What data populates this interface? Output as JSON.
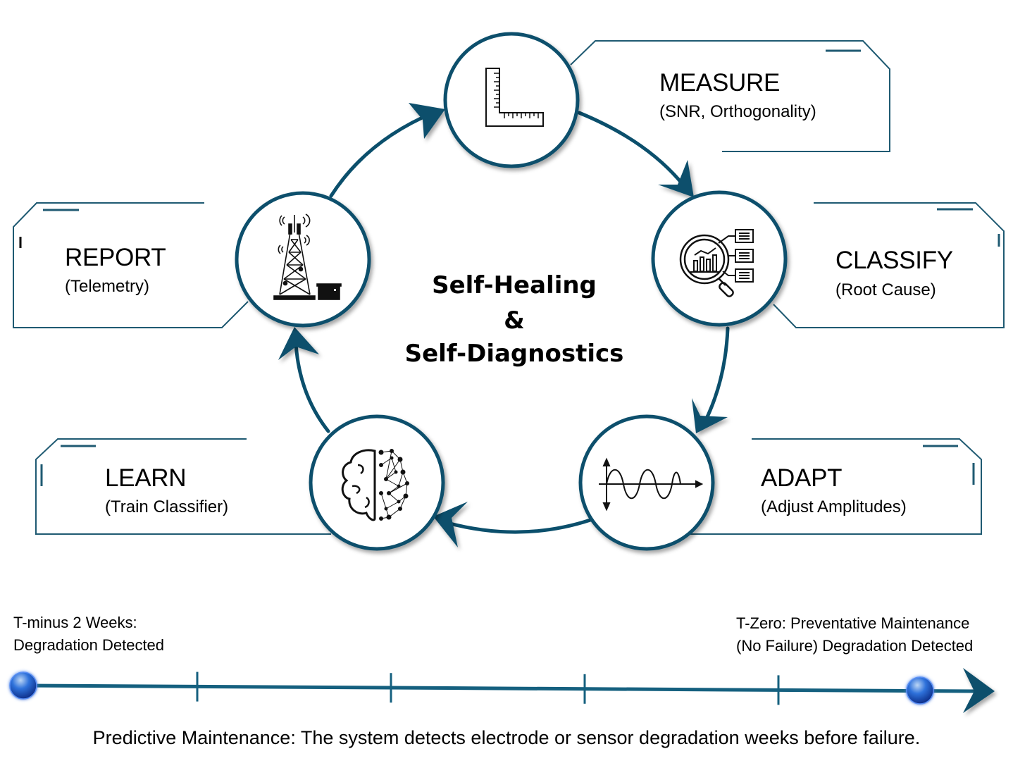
{
  "colors": {
    "accent": "#0b4f6c",
    "frame": "#1f5a72",
    "text": "#000000",
    "marker": "#1f5fd6",
    "background": "#ffffff"
  },
  "center": {
    "line1": "Self-Healing",
    "line2": "&",
    "line3": "Self-Diagnostics"
  },
  "stages": [
    {
      "id": "measure",
      "title": "MEASURE",
      "subtitle": "(SNR, Orthogonality)",
      "icon": "ruler-square-icon"
    },
    {
      "id": "classify",
      "title": "CLASSIFY",
      "subtitle": "(Root Cause)",
      "icon": "magnifier-chart-icon"
    },
    {
      "id": "adapt",
      "title": "ADAPT",
      "subtitle": "(Adjust Amplitudes)",
      "icon": "sine-wave-icon"
    },
    {
      "id": "learn",
      "title": "LEARN",
      "subtitle": "(Train Classifier)",
      "icon": "brain-network-icon"
    },
    {
      "id": "report",
      "title": "REPORT",
      "subtitle": "(Telemetry)",
      "icon": "cell-tower-icon"
    }
  ],
  "cycle_order": [
    "measure",
    "classify",
    "adapt",
    "learn",
    "report"
  ],
  "timeline": {
    "start_label_line1": "T-minus 2 Weeks:",
    "start_label_line2": "Degradation Detected",
    "end_label_line1": "T-Zero: Preventative Maintenance",
    "end_label_line2": "(No Failure) Degradation Detected",
    "tick_count": 4
  },
  "caption": "Predictive Maintenance: The system detects electrode or sensor degradation weeks before failure."
}
